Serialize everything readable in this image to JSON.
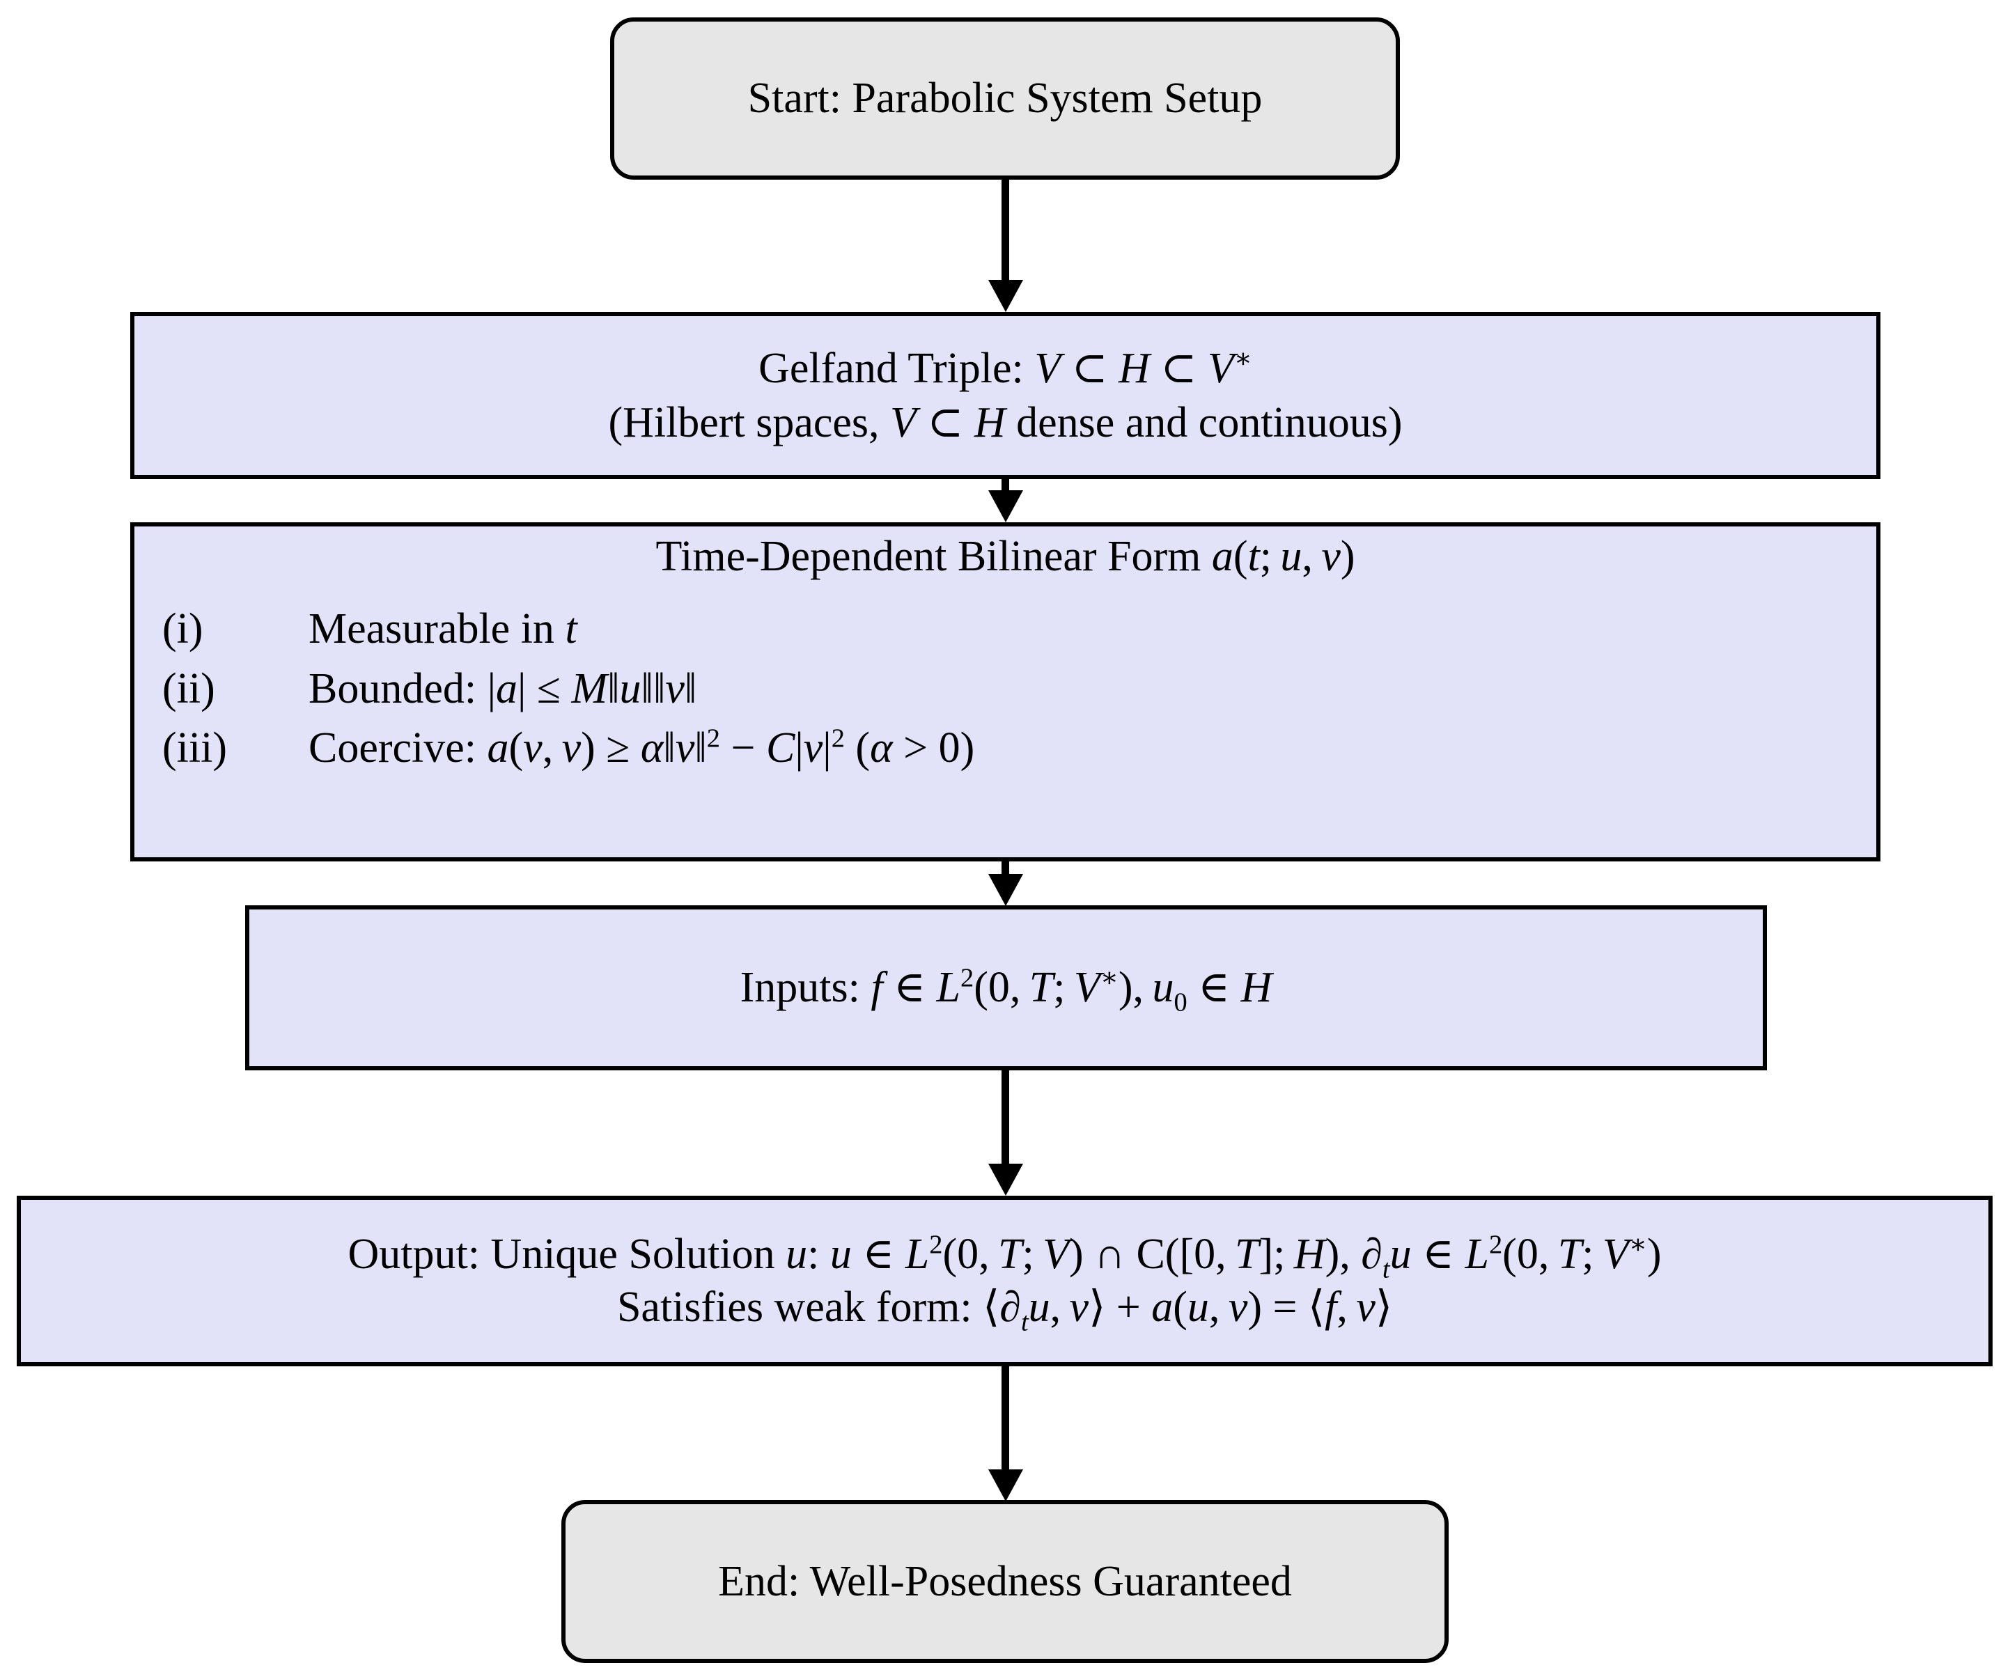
{
  "diagram": {
    "title": "Parabolic System Well-Posedness Flowchart",
    "colors": {
      "terminal_fill": "#e6e6e6",
      "process_fill": "#e2e2f8",
      "stroke": "#000000",
      "background": "#ffffff"
    },
    "nodes": [
      {
        "id": "start",
        "shape": "rounded-rectangle",
        "role": "terminal",
        "lines": [
          "Start: Parabolic System Setup"
        ]
      },
      {
        "id": "gelfand",
        "shape": "rectangle",
        "role": "process",
        "lines": [
          "Gelfand Triple: V ⊂ H ⊂ V*",
          "(Hilbert spaces, V ⊂ H dense and continuous)"
        ]
      },
      {
        "id": "bilinear",
        "shape": "rectangle",
        "role": "process",
        "heading": "Time-Dependent Bilinear Form a(t; u, v)",
        "items": [
          {
            "label": "(i)",
            "text": "Measurable in t"
          },
          {
            "label": "(ii)",
            "text": "Bounded: |a| ≤ M‖u‖‖v‖"
          },
          {
            "label": "(iii)",
            "text": "Coercive: a(v, v) ≥ α‖v‖² − C|v|² (α > 0)"
          }
        ]
      },
      {
        "id": "inputs",
        "shape": "rectangle",
        "role": "process",
        "lines": [
          "Inputs: f ∈ L²(0, T; V*), u₀ ∈ H"
        ]
      },
      {
        "id": "output",
        "shape": "rectangle",
        "role": "process",
        "lines": [
          "Output: Unique Solution u: u ∈ L²(0, T; V) ∩ C([0, T]; H), ∂ₜu ∈ L²(0, T; V*)",
          "Satisfies weak form: ⟨∂ₜu, v⟩ + a(u, v) = ⟨f, v⟩"
        ]
      },
      {
        "id": "end",
        "shape": "rounded-rectangle",
        "role": "terminal",
        "lines": [
          "End: Well-Posedness Guaranteed"
        ]
      }
    ],
    "edges": [
      {
        "from": "start",
        "to": "gelfand",
        "style": "solid-arrow-down"
      },
      {
        "from": "gelfand",
        "to": "bilinear",
        "style": "solid-arrow-down"
      },
      {
        "from": "bilinear",
        "to": "inputs",
        "style": "solid-arrow-down"
      },
      {
        "from": "inputs",
        "to": "output",
        "style": "solid-arrow-down"
      },
      {
        "from": "output",
        "to": "end",
        "style": "solid-arrow-down"
      }
    ]
  }
}
